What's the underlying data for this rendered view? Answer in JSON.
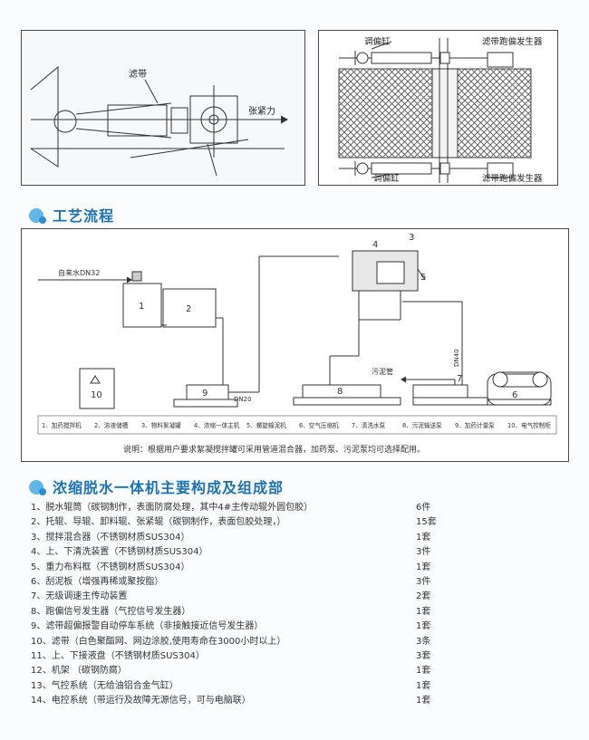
{
  "fig_left": {
    "label_belt": "滤带",
    "label_tension": "张紧力"
  },
  "fig_right": {
    "label_cyl_top": "调偏缸",
    "label_gen_top": "滤带跑偏发生器",
    "label_cyl_bot": "调偏缸",
    "label_gen_bot": "滤带跑偏发生器"
  },
  "section_process": {
    "title": "工艺流程"
  },
  "flow": {
    "inlet": "自来水DN32",
    "n1": "1",
    "n2": "2",
    "n3": "3",
    "n4": "4",
    "n5": "5",
    "n6": "6",
    "n7": "7",
    "n8": "8",
    "n9": "9",
    "n10": "10",
    "dn20": "DN20",
    "dn40": "DN40",
    "sludge_pipe": "污泥管",
    "legend": [
      "1、加药搅拌机",
      "2、溶液储槽",
      "3、物料絮凝罐",
      "4、浓缩一体主机",
      "5、螺旋输泥机",
      "6、空气压缩机",
      "7、清洗水泵",
      "8、污泥输送泵",
      "9、加药计量泵",
      "10、电气控制柜"
    ],
    "note": "说明：根据用户要求絮凝搅拌罐可采用管道混合器，加药泵、污泥泵均可选择配用。"
  },
  "section_parts": {
    "title": "浓缩脱水一体机主要构成及组成部"
  },
  "parts": [
    {
      "name": "1、脱水辊筒（碳钢制作，表面防腐处理，其中4#主传动辊外圆包胶）",
      "qty": "6件"
    },
    {
      "name": "2、托辊、导辊、卸料辊、张紧辊（碳钢制作，表面包胶处理，）",
      "qty": "15套"
    },
    {
      "name": "3、搅拌混合器（不锈钢材质SUS304）",
      "qty": "1套"
    },
    {
      "name": "4、上、下清洗装置（不锈钢材质SUS304）",
      "qty": "3件"
    },
    {
      "name": "5、重力布料框（不锈钢材质SUS304）",
      "qty": "1套"
    },
    {
      "name": "6、刮泥板（增强再稀或聚按脂）",
      "qty": "3件"
    },
    {
      "name": "7、无级调速主传动装置",
      "qty": "2套"
    },
    {
      "name": "8、跑偏信号发生器（气控信号发生器）",
      "qty": "1套"
    },
    {
      "name": "9、滤带超偏报警自动停车系统（非接触接近信号发生器）",
      "qty": "1套"
    },
    {
      "name": "10、滤带（白色聚酯网、网边涂胶,使用寿命在3000小时以上）",
      "qty": "3条"
    },
    {
      "name": "11、上、下接液盘（不锈钢材质SUS304）",
      "qty": "3套"
    },
    {
      "name": "12、机架  （碳钢防腐）",
      "qty": "1套"
    },
    {
      "name": "13、气控系统（无给油铝合金气缸）",
      "qty": "1套"
    },
    {
      "name": "14、电控系统（带运行及故障无源信号，可与电脑联）",
      "qty": "1套"
    }
  ]
}
